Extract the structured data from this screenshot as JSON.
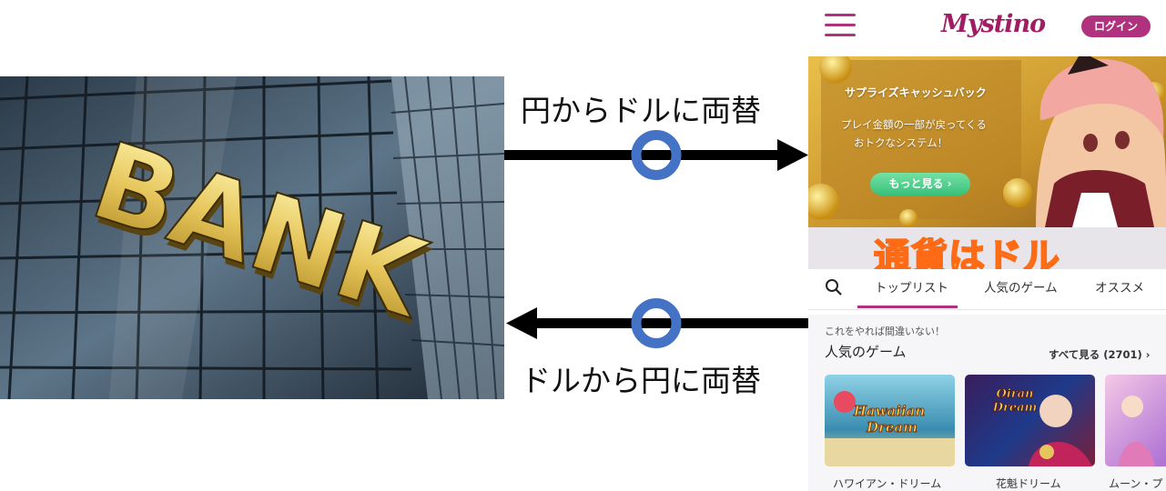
{
  "bank_sign": "BANK",
  "arrows": {
    "top_label": "円からドルに両替",
    "bottom_label": "ドルから円に両替"
  },
  "casino": {
    "logo": "Mystino",
    "login_button": "ログイン",
    "banner": {
      "title": "サプライズキャッシュバック",
      "line1": "プレイ金額の一部が戻ってくる",
      "line2": "おトクなシステム！",
      "more_button": "もっと見る ›"
    },
    "currency_note": "通貨はドル",
    "tabs": [
      "トップリスト",
      "人気のゲーム",
      "オススメ"
    ],
    "section": {
      "caption": "これをやれば間違いない！",
      "title": "人気のゲーム",
      "see_all": "すべて見る (2701) ›"
    },
    "games": [
      {
        "caption": "ハワイアン・ドリーム",
        "thumb_text_1": "Hawaiian",
        "thumb_text_2": "Dream"
      },
      {
        "caption": "花魁ドリーム",
        "thumb_text_1": "Oiran",
        "thumb_text_2": "Dream"
      },
      {
        "caption": "ムーン・プ",
        "thumb_text_1": "",
        "thumb_text_2": ""
      }
    ]
  },
  "colors": {
    "accent": "#b0327f",
    "circle": "#4472c4",
    "currency_note": "#ff6b14"
  }
}
